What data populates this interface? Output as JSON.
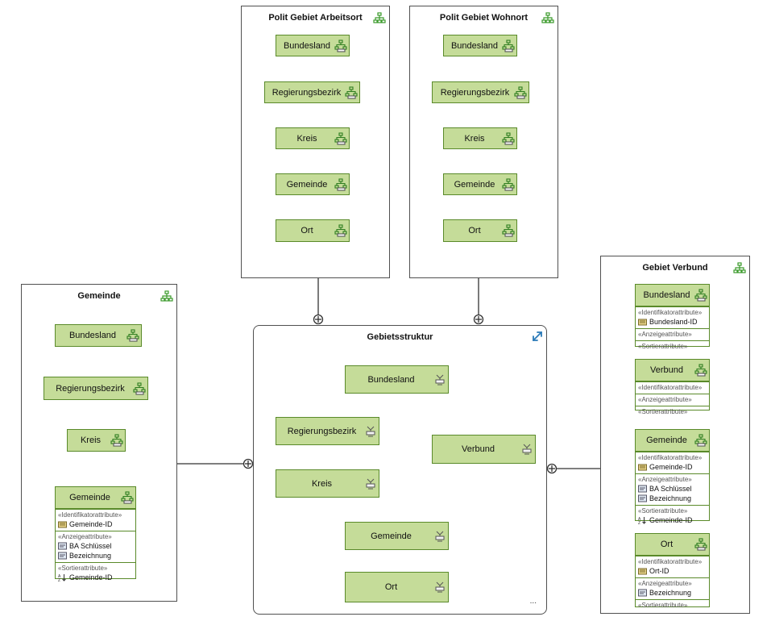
{
  "panels": {
    "arbeitsort": {
      "title": "Polit Gebiet Arbeitsort",
      "nodes": [
        "Bundesland",
        "Regierungsbezirk",
        "Kreis",
        "Gemeinde",
        "Ort"
      ]
    },
    "wohnort": {
      "title": "Polit Gebiet Wohnort",
      "nodes": [
        "Bundesland",
        "Regierungsbezirk",
        "Kreis",
        "Gemeinde",
        "Ort"
      ]
    },
    "gemeinde": {
      "title": "Gemeinde",
      "nodes": [
        "Bundesland",
        "Regierungsbezirk",
        "Kreis"
      ],
      "card": {
        "name": "Gemeinde",
        "ident_label": "«Identifikatorattribute»",
        "ident": [
          "Gemeinde-ID"
        ],
        "anzeige_label": "«Anzeigeattribute»",
        "anzeige": [
          "BA Schlüssel",
          "Bezeichnung"
        ],
        "sort_label": "«Sortierattribute»",
        "sort": [
          "Gemeinde-ID"
        ]
      }
    },
    "gebietsstruktur": {
      "title": "Gebietsstruktur",
      "nodes": {
        "bundesland": "Bundesland",
        "regierungsbezirk": "Regierungsbezirk",
        "kreis": "Kreis",
        "verbund": "Verbund",
        "gemeinde": "Gemeinde",
        "ort": "Ort"
      },
      "ellipsis": "..."
    },
    "verbund": {
      "title": "Gebiet Verbund",
      "cards": [
        {
          "name": "Bundesland",
          "ident_label": "«Identifikatorattribute»",
          "ident": [
            "Bundesland-ID"
          ],
          "anzeige_label": "«Anzeigeattribute»",
          "anzeige": [],
          "sort_label": "«Sortierattribute»",
          "sort": []
        },
        {
          "name": "Verbund",
          "ident_label": "«Identifikatorattribute»",
          "ident": [],
          "anzeige_label": "«Anzeigeattribute»",
          "anzeige": [],
          "sort_label": "«Sortierattribute»",
          "sort": []
        },
        {
          "name": "Gemeinde",
          "ident_label": "«Identifikatorattribute»",
          "ident": [
            "Gemeinde-ID"
          ],
          "anzeige_label": "«Anzeigeattribute»",
          "anzeige": [
            "BA Schlüssel",
            "Bezeichnung"
          ],
          "sort_label": "«Sortierattribute»",
          "sort": [
            "Gemeinde-ID"
          ]
        },
        {
          "name": "Ort",
          "ident_label": "«Identifikatorattribute»",
          "ident": [
            "Ort-ID"
          ],
          "anzeige_label": "«Anzeigeattribute»",
          "anzeige": [
            "Bezeichnung"
          ],
          "sort_label": "«Sortierattribute»",
          "sort": []
        }
      ]
    }
  },
  "colors": {
    "node_fill": "#c5dc99",
    "node_border": "#5a8a2a",
    "icon_green": "#3a9a2a",
    "line": "#333333"
  },
  "icons": {
    "hierarchy": "hierarchy-icon",
    "level": "level-icon",
    "dimension": "dimension-icon",
    "key_attribute": "key-attribute-icon",
    "attribute": "attribute-icon",
    "sort": "sort-icon"
  }
}
